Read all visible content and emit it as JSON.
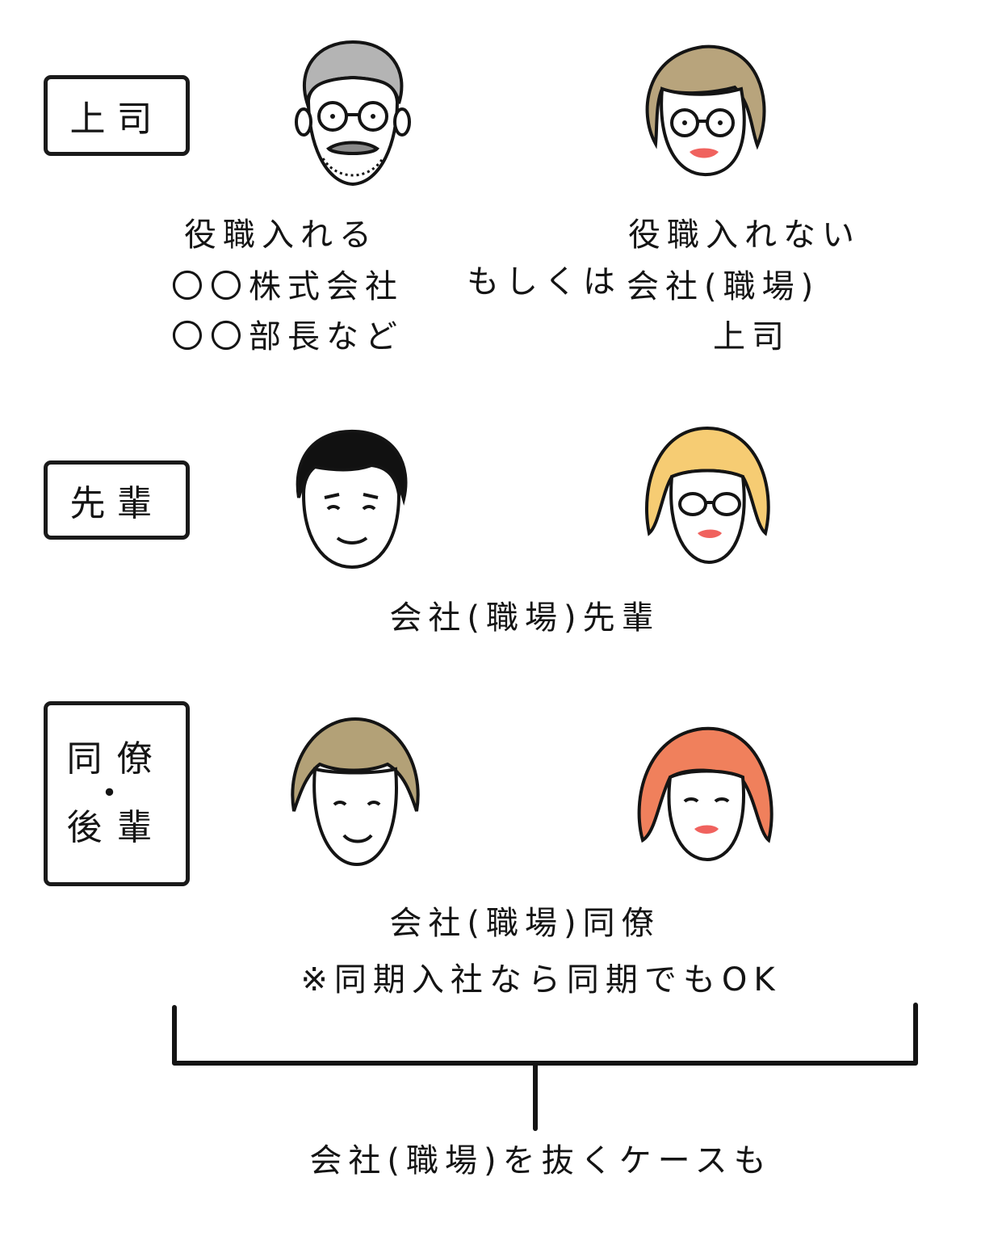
{
  "sections": {
    "boss": {
      "label": "上司",
      "left_lines": [
        "役職入れる",
        "〇〇株式会社",
        "〇〇部長など"
      ],
      "connector": "もしくは",
      "right_lines": [
        "役職入れない",
        "会社(職場)",
        "上司"
      ]
    },
    "senior": {
      "label": "先輩",
      "caption": "会社(職場)先輩"
    },
    "peer": {
      "label_top": "同僚",
      "label_dot": "・",
      "label_bottom": "後輩",
      "caption": "会社(職場)同僚",
      "note": "※同期入社なら同期でもOK"
    }
  },
  "footer": "会社(職場)を抜くケースも",
  "colors": {
    "ink": "#141414",
    "lip": "#f0625e",
    "skin": "#ffffff",
    "gray_hair": "#b4b4b4",
    "beige_hair": "#b8a47c",
    "black_hair": "#111111",
    "blonde_hair": "#f6cc73",
    "khaki_hair": "#b3a177",
    "coral_hair": "#f0805c"
  },
  "icons": [
    "older-man-glasses-icon",
    "woman-glasses-icon",
    "black-hair-man-icon",
    "blonde-woman-icon",
    "young-man-icon",
    "redhead-woman-icon"
  ]
}
